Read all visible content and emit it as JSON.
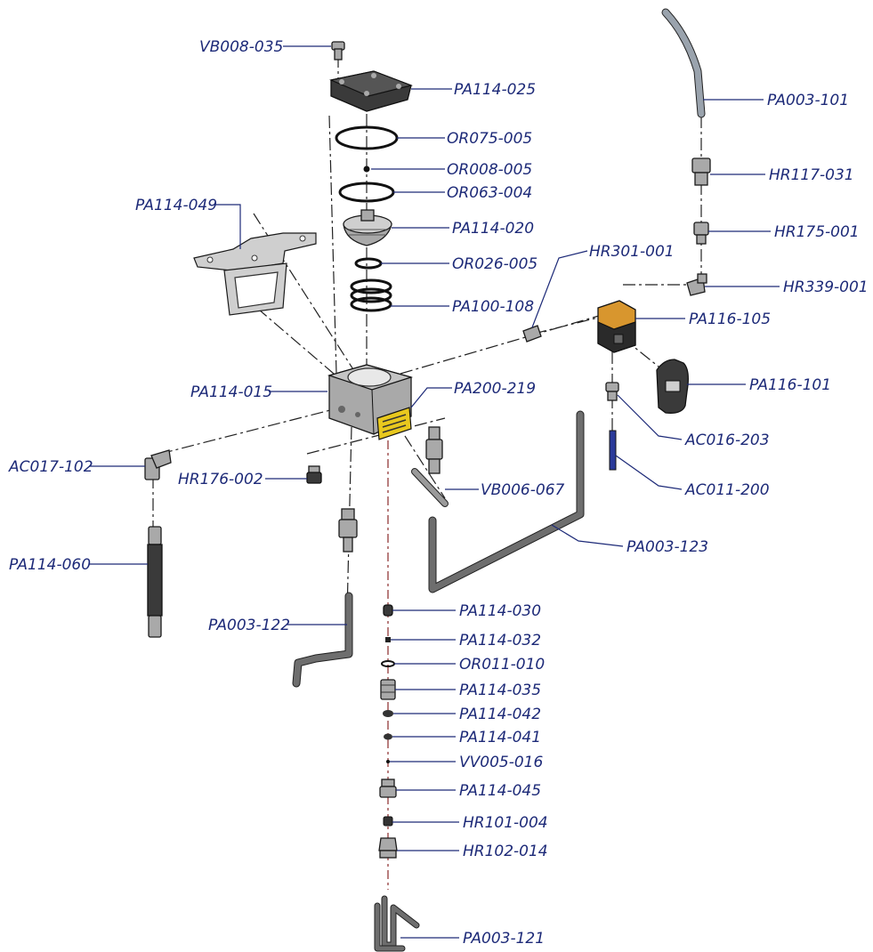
{
  "parts": {
    "vb008_035": "VB008-035",
    "pa114_025": "PA114-025",
    "or075_005": "OR075-005",
    "or008_005": "OR008-005",
    "or063_004": "OR063-004",
    "pa114_020": "PA114-020",
    "or026_005": "OR026-005",
    "pa100_108": "PA100-108",
    "pa114_049": "PA114-049",
    "pa114_015": "PA114-015",
    "pa200_219": "PA200-219",
    "ac017_102": "AC017-102",
    "hr176_002": "HR176-002",
    "vb006_067": "VB006-067",
    "pa114_060": "PA114-060",
    "pa003_122": "PA003-122",
    "pa003_123": "PA003-123",
    "pa003_101": "PA003-101",
    "hr117_031": "HR117-031",
    "hr175_001": "HR175-001",
    "hr339_001": "HR339-001",
    "hr301_001": "HR301-001",
    "pa116_105": "PA116-105",
    "pa116_101": "PA116-101",
    "ac016_203": "AC016-203",
    "ac011_200": "AC011-200",
    "pa114_030": "PA114-030",
    "pa114_032": "PA114-032",
    "or011_010": "OR011-010",
    "pa114_035": "PA114-035",
    "pa114_042": "PA114-042",
    "pa114_041": "PA114-041",
    "vv005_016": "VV005-016",
    "pa114_045": "PA114-045",
    "hr101_004": "HR101-004",
    "hr102_014": "HR102-014",
    "pa003_121": "PA003-121"
  },
  "colors": {
    "label": "#1d2a78",
    "parts_gray": "#a9a9a9",
    "valve_orange": "#d8962e",
    "warning_label_yellow": "#e8c81e"
  }
}
